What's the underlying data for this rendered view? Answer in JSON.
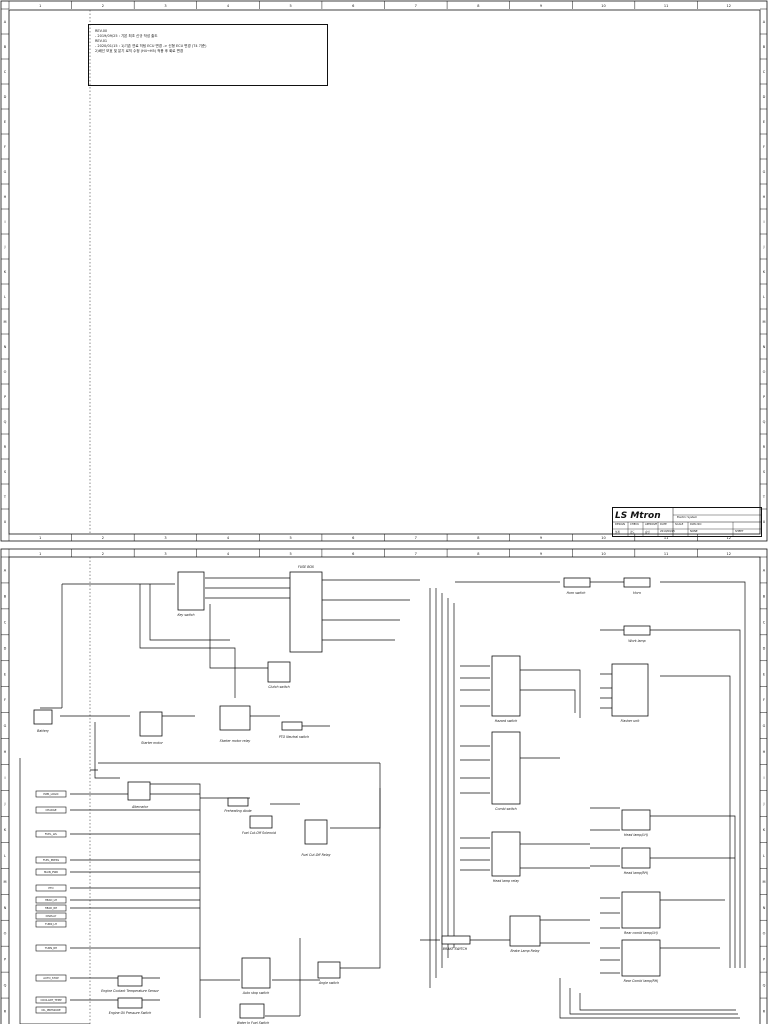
{
  "sheet1": {
    "columns": [
      "1",
      "2",
      "3",
      "4",
      "5",
      "6",
      "7",
      "8",
      "9",
      "10",
      "11",
      "12"
    ],
    "rows": [
      "A",
      "B",
      "C",
      "D",
      "E",
      "F",
      "G",
      "H",
      "I",
      "J",
      "K",
      "L",
      "M",
      "N",
      "O",
      "P",
      "Q",
      "R",
      "S",
      "T",
      "U"
    ],
    "revision_notes": [
      "REV.00",
      "- 2019/09/25 : 기본 최초 신규 작성 출도",
      "REV.01",
      "- 2020/01/15 : 1)기존 연료 히팅 ECU 변경 -> 신형 ECU 변경 (T4 기준)",
      "  2)배선 보호 및 분기 로직 수정 (H4→H5) 적용 후 회로 변경",
      ""
    ],
    "title_block": {
      "logo": "LS Mtron",
      "drawing_title": "Electric System",
      "cells": [
        "DESIGN",
        "CHECK",
        "APPROVE",
        "DATE",
        "SCALE",
        "DWG NO",
        "설계",
        "검도",
        "승인",
        "2019/09/25",
        "NONE",
        "SHEET"
      ]
    }
  },
  "sheet2": {
    "columns": [
      "1",
      "2",
      "3",
      "4",
      "5",
      "6",
      "7",
      "8",
      "9",
      "10",
      "11",
      "12"
    ],
    "rows": [
      "A",
      "B",
      "C",
      "D",
      "E",
      "F",
      "G",
      "H",
      "I",
      "J",
      "K",
      "L",
      "M",
      "N",
      "O",
      "P",
      "Q",
      "R"
    ],
    "components": [
      {
        "id": "key-switch",
        "label": "Key switch"
      },
      {
        "id": "fuse-box",
        "label": "FUSE BOX"
      },
      {
        "id": "horn-switch",
        "label": "Horn switch"
      },
      {
        "id": "horn",
        "label": "Horn"
      },
      {
        "id": "work-lamp",
        "label": "Work lamp"
      },
      {
        "id": "clutch-switch",
        "label": "Clutch switch"
      },
      {
        "id": "battery",
        "label": "Battery"
      },
      {
        "id": "starter-motor",
        "label": "Starter motor"
      },
      {
        "id": "starter-motor-relay",
        "label": "Starter motor relay"
      },
      {
        "id": "pto-neutral-switch",
        "label": "PTO Neutral switch"
      },
      {
        "id": "hazard-switch",
        "label": "Hazard switch"
      },
      {
        "id": "flasher-unit",
        "label": "Flasher unit"
      },
      {
        "id": "alternator",
        "label": "Alternator"
      },
      {
        "id": "preheating-diode",
        "label": "Preheating diode"
      },
      {
        "id": "fuel-cut-off-solenoid",
        "label": "Fuel Cut-Off Solenoid"
      },
      {
        "id": "fuel-cut-off-relay",
        "label": "Fuel Cut-Off Relay"
      },
      {
        "id": "combi-switch",
        "label": "Combi switch"
      },
      {
        "id": "head-lamp-lh",
        "label": "Head lamp(LH)"
      },
      {
        "id": "head-lamp-rh",
        "label": "Head lamp(RH)"
      },
      {
        "id": "head-lamp-relay",
        "label": "Head lamp relay"
      },
      {
        "id": "brake-switch",
        "label": "BRAKE SWITCH"
      },
      {
        "id": "brake-lamp-relay",
        "label": "Brake Lamp Relay"
      },
      {
        "id": "rear-combi-lamp-lh",
        "label": "Rear combi lamp(LH)"
      },
      {
        "id": "rear-combi-lamp-rh",
        "label": "Rear Combi lamp(RH)"
      },
      {
        "id": "auto-stop-switch",
        "label": "Auto stop switch"
      },
      {
        "id": "angle-switch",
        "label": "Angle switch"
      },
      {
        "id": "water-in-fuel-switch",
        "label": "Water In Fuel Switch"
      },
      {
        "id": "engine-coolant-temperature-sensor",
        "label": "Engine Coolant Temperature Sensor"
      },
      {
        "id": "engine-oil-pressure-switch",
        "label": "Engine Oil Pressure Switch"
      }
    ],
    "connector_tags": [
      "PWR_LOGIC",
      "CHARGE",
      "FUEL_LVL",
      "FUEL_PRESS",
      "MAIN_PWR",
      "PTO",
      "HEAD_LH",
      "HEAD_RH",
      "DISPLAY",
      "TURN_LH",
      "TURN_RH",
      "AUTO_STOP",
      "COOLANT_TEMP",
      "OIL_PRESSURE"
    ]
  }
}
